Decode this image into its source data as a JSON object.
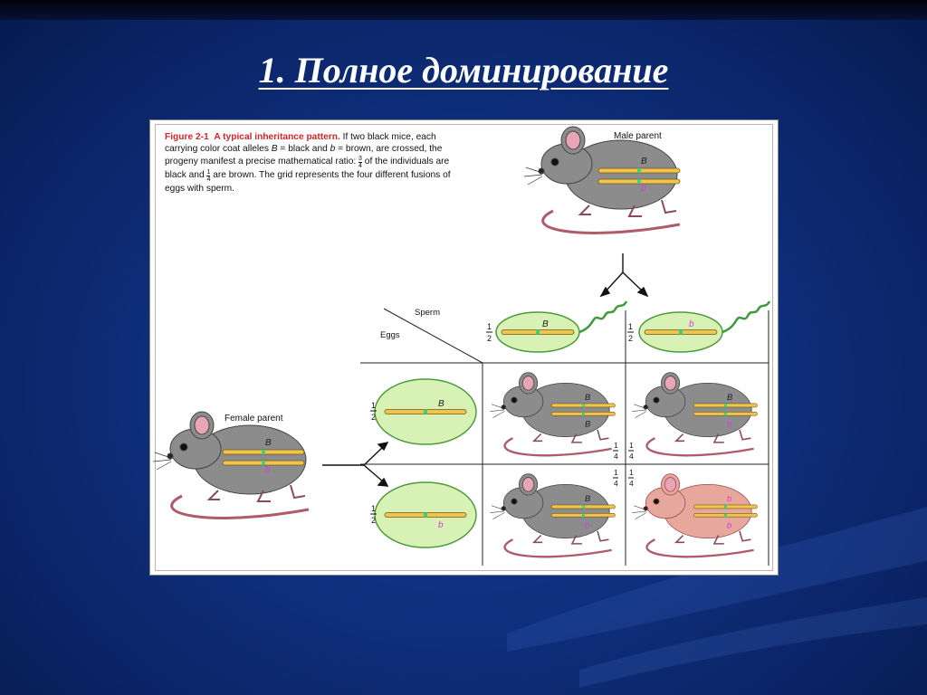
{
  "slide": {
    "title": "1. Полное доминирование"
  },
  "figure": {
    "caption_label": "Figure 2-1",
    "caption_title": "A typical inheritance pattern.",
    "caption_part1": " If two black mice, each carrying color coat alleles ",
    "allele_B": "B",
    "caption_part2": " = black and ",
    "allele_b": "b",
    "caption_part3": " = brown, are crossed, the progeny manifest a precise mathematical ratio: ",
    "frac_black_num": "3",
    "frac_black_den": "4",
    "caption_part4": " of the individuals are black and ",
    "frac_brown_num": "1",
    "frac_brown_den": "4",
    "caption_part5": " are brown. The grid represents the four different fusions of eggs with sperm.",
    "male_parent_label": "Male parent",
    "female_parent_label": "Female parent",
    "sperm_label": "Sperm",
    "eggs_label": "Eggs",
    "half_num": "1",
    "half_den": "2",
    "quarter_num": "1",
    "quarter_den": "4",
    "gamete_B": "B",
    "gamete_b": "b",
    "colors": {
      "black_mouse": "#8c8c8c",
      "brown_mouse": "#e8a79c",
      "gamete_fill": "#d8f2b6",
      "chromosome": "#f2c44c",
      "allele_B_text": "#1c1c1c",
      "allele_b_text": "#d93ad9",
      "allele_marker": "#3fd17d"
    }
  }
}
